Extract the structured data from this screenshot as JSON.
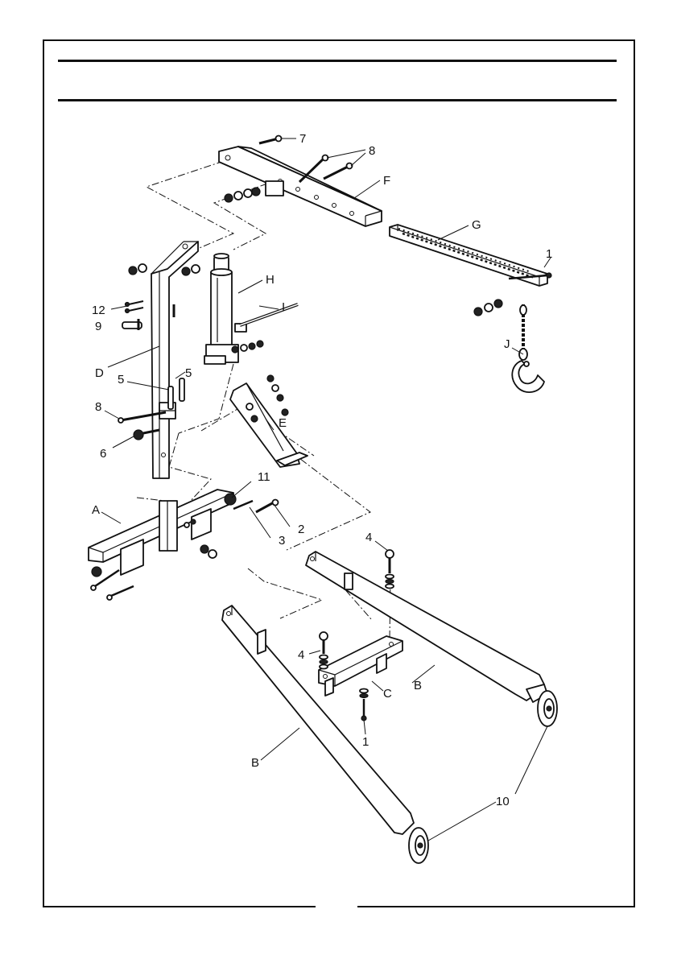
{
  "colors": {
    "ink": "#111111",
    "paper": "#ffffff"
  },
  "labels": {
    "F": "F",
    "G": "G",
    "H": "H",
    "I": "I",
    "J": "J",
    "D": "D",
    "E": "E",
    "A": "A",
    "B_right": "B",
    "B_left": "B",
    "C": "C",
    "n7": "7",
    "n8_top": "8",
    "n1_top": "1",
    "n12": "12",
    "n9": "9",
    "n5_right": "5",
    "n5_left": "5",
    "n8_left": "8",
    "n6": "6",
    "n11": "11",
    "n3": "3",
    "n2": "2",
    "n4_top": "4",
    "n4_mid": "4",
    "n1_bottom": "1",
    "n10": "10"
  }
}
